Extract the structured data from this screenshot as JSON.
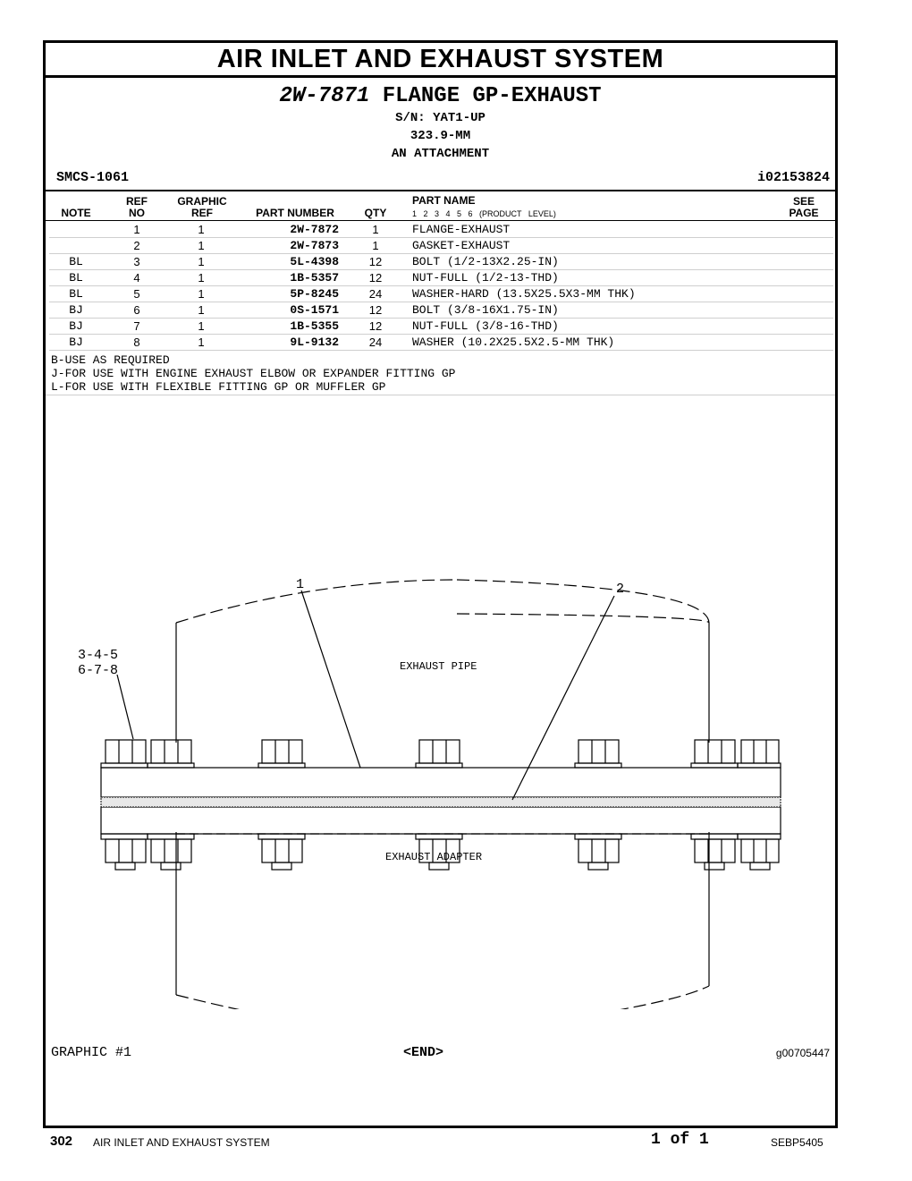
{
  "section_title": "AIR INLET AND EXHAUST SYSTEM",
  "group": {
    "part_number": "2W-7871",
    "name": "FLANGE GP-EXHAUST",
    "serial": "S/N: YAT1-UP",
    "size": "323.9-MM",
    "arrangement": "AN ATTACHMENT"
  },
  "smcs": "SMCS-1061",
  "illustration_id": "i02153824",
  "columns": {
    "note": "NOTE",
    "ref_no": [
      "REF",
      "NO"
    ],
    "graphic_ref": [
      "GRAPHIC",
      "REF"
    ],
    "part_number": "PART NUMBER",
    "qty": "QTY",
    "part_name": "PART NAME",
    "levels": "1 2 3 4 5 6 (PRODUCT LEVEL)",
    "see_page": [
      "SEE",
      "PAGE"
    ]
  },
  "parts": [
    {
      "note": "",
      "ref": "1",
      "graphic": "1",
      "part_number": "2W-7872",
      "qty": "1",
      "name": "FLANGE-EXHAUST"
    },
    {
      "note": "",
      "ref": "2",
      "graphic": "1",
      "part_number": "2W-7873",
      "qty": "1",
      "name": "GASKET-EXHAUST"
    },
    {
      "note": "BL",
      "ref": "3",
      "graphic": "1",
      "part_number": "5L-4398",
      "qty": "12",
      "name": "BOLT (1/2-13X2.25-IN)"
    },
    {
      "note": "BL",
      "ref": "4",
      "graphic": "1",
      "part_number": "1B-5357",
      "qty": "12",
      "name": "NUT-FULL (1/2-13-THD)"
    },
    {
      "note": "BL",
      "ref": "5",
      "graphic": "1",
      "part_number": "5P-8245",
      "qty": "24",
      "name": "WASHER-HARD (13.5X25.5X3-MM THK)"
    },
    {
      "note": "BJ",
      "ref": "6",
      "graphic": "1",
      "part_number": "0S-1571",
      "qty": "12",
      "name": "BOLT (3/8-16X1.75-IN)"
    },
    {
      "note": "BJ",
      "ref": "7",
      "graphic": "1",
      "part_number": "1B-5355",
      "qty": "12",
      "name": "NUT-FULL (3/8-16-THD)"
    },
    {
      "note": "BJ",
      "ref": "8",
      "graphic": "1",
      "part_number": "9L-9132",
      "qty": "24",
      "name": "WASHER (10.2X25.5X2.5-MM THK)"
    }
  ],
  "notes": [
    "B-USE AS REQUIRED",
    "J-FOR USE WITH ENGINE EXHAUST ELBOW OR EXPANDER FITTING GP",
    "L-FOR USE WITH FLEXIBLE FITTING GP OR MUFFLER GP"
  ],
  "illustration": {
    "callout_1": "1",
    "callout_2": "2",
    "callout_group_a": "3-4-5",
    "callout_group_b": "6-7-8",
    "label_pipe": "EXHAUST PIPE",
    "label_adapter": "EXHAUST ADAPTER"
  },
  "graphic_label": "GRAPHIC #1",
  "end_marker": "<END>",
  "graphic_id": "g00705447",
  "footer": {
    "page": "302",
    "system": "AIR INLET AND EXHAUST SYSTEM",
    "page_of": "1 of 1",
    "doc": "SEBP5405"
  }
}
